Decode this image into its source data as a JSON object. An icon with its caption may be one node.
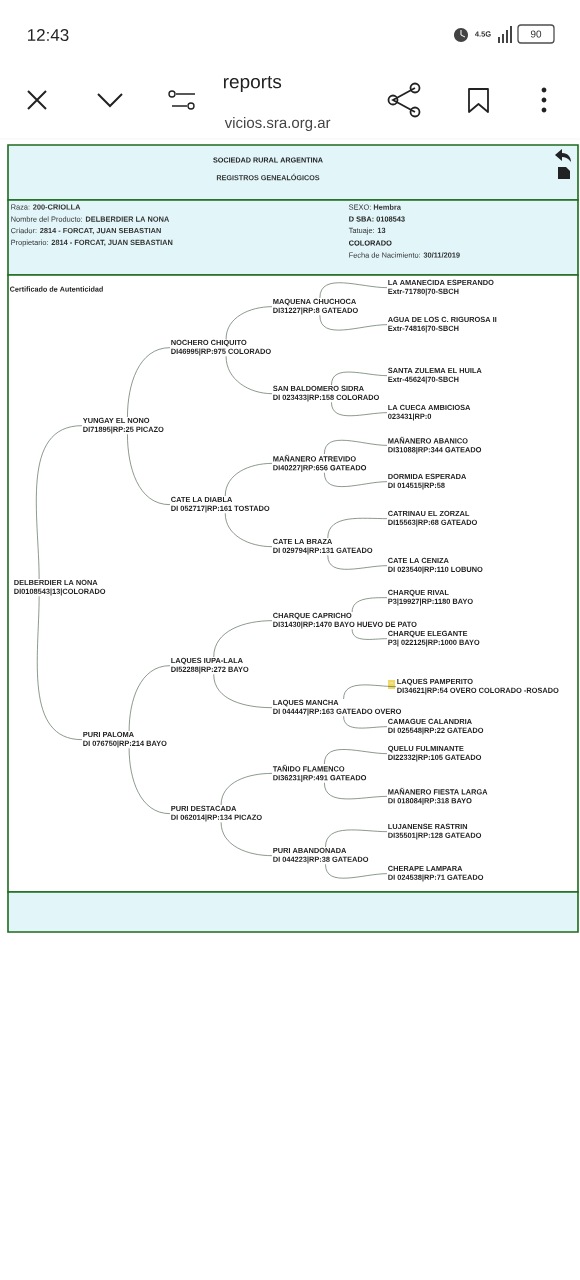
{
  "diagram": {
    "nodes": [
      {
        "text": [
          "LA AMANECIDA ESPERANDO",
          "Extr-71780|70-SBCH"
        ]
      },
      {
        "text": [
          "MAQUENA CHUCHOCA",
          "DI31227|RP:8 GATEADO"
        ]
      },
      {
        "text": [
          "AGUA DE LOS C. RIGUROSA II",
          "Extr-74816|70-SBCH"
        ]
      },
      {
        "text": [
          "NOCHERO CHIQUITO",
          "DI46995|RP:975 COLORADO"
        ]
      },
      {
        "text": [
          "SANTA ZULEMA EL HUILA",
          "Extr-45624|70-SBCH"
        ]
      },
      {
        "text": [
          "SAN BALDOMERO SIDRA",
          "DI 023433|RP:158 COLORADO"
        ]
      },
      {
        "text": [
          "LA CUECA AMBICIOSA",
          "023431|RP:0"
        ]
      },
      {
        "text": [
          "YUNGAY EL NONO",
          "DI71895|RP:25 PICAZO"
        ]
      },
      {
        "text": [
          "MAÑANERO ABANICO",
          "DI31088|RP:344 GATEADO"
        ]
      },
      {
        "text": [
          "MAÑANERO ATREVIDO",
          "DI40227|RP:656 GATEADO"
        ]
      },
      {
        "text": [
          "DORMIDA ESPERADA",
          "DI 014515|RP:58"
        ]
      },
      {
        "text": [
          "CATE LA DIABLA",
          "DI 052717|RP:161 TOSTADO"
        ]
      },
      {
        "text": [
          "CATRINAU EL ZORZAL",
          "DI15563|RP:68 GATEADO"
        ]
      },
      {
        "text": [
          "CATE LA BRAZA",
          "DI 029794|RP:131 GATEADO"
        ]
      },
      {
        "text": [
          "CATE LA CENIZA",
          "DI 023540|RP:110 LOBUNO"
        ]
      },
      {
        "text": [
          "DELBERDIER LA NONA",
          "DI0108543|13|COLORADO"
        ]
      },
      {
        "text": [
          "CHARQUE RIVAL",
          "P3|19927|RP:1180 BAYO"
        ]
      },
      {
        "text": [
          "CHARQUE CAPRICHO",
          "DI31430|RP:1470 BAYO HUEVO DE PATO"
        ]
      },
      {
        "text": [
          "CHARQUE ELEGANTE",
          "P3| 022125|RP:1000 BAYO"
        ]
      },
      {
        "text": [
          "LAQUES IUPA-LALA",
          "DI52288|RP:272 BAYO"
        ]
      },
      {
        "text": [
          "LAQUES PAMPERITO",
          "DI34621|RP:54 OVERO COLORADO -ROSADO"
        ]
      },
      {
        "text": [
          "LAQUES MANCHA",
          "DI 044447|RP:163 GATEADO OVERO"
        ]
      },
      {
        "text": [
          "CAMAGUE CALANDRIA",
          "DI 025548|RP:22 GATEADO"
        ]
      },
      {
        "text": [
          "PURI PALOMA",
          "DI 076750|RP:214 BAYO"
        ]
      },
      {
        "text": [
          "QUELU FULMINANTE",
          "DI22332|RP:105 GATEADO"
        ]
      },
      {
        "text": [
          "TAÑIDO FLAMENCO",
          "DI36231|RP:491 GATEADO"
        ]
      },
      {
        "text": [
          "MAÑANERO FIESTA LARGA",
          "DI 018084|RP:318 BAYO"
        ]
      },
      {
        "text": [
          "PURI DESTACADA",
          "DI 062014|RP:134 PICAZO"
        ]
      },
      {
        "text": [
          "LUJANENSE RASTRIN",
          "DI35501|RP:128 GATEADO"
        ]
      },
      {
        "text": [
          "PURI ABANDONADA",
          "DI 044223|RP:38 GATEADO"
        ]
      },
      {
        "text": [
          "CHERAPE LAMPARA",
          "DI 024538|RP:71 GATEADO"
        ]
      }
    ],
    "edges": [
      {
        "from": 15,
        "to": 7,
        "arrow": "none"
      },
      {
        "from": 15,
        "to": 23,
        "arrow": "none"
      },
      {
        "from": 7,
        "to": 3,
        "arrow": "none"
      },
      {
        "from": 7,
        "to": 11,
        "arrow": "none"
      },
      {
        "from": 23,
        "to": 19,
        "arrow": "none"
      },
      {
        "from": 23,
        "to": 27,
        "arrow": "none"
      },
      {
        "from": 3,
        "to": 1,
        "arrow": "none"
      },
      {
        "from": 3,
        "to": 5,
        "arrow": "none"
      },
      {
        "from": 11,
        "to": 9,
        "arrow": "none"
      },
      {
        "from": 11,
        "to": 13,
        "arrow": "none"
      },
      {
        "from": 19,
        "to": 17,
        "arrow": "none"
      },
      {
        "from": 19,
        "to": 21,
        "arrow": "none"
      },
      {
        "from": 27,
        "to": 25,
        "arrow": "none"
      },
      {
        "from": 27,
        "to": 29,
        "arrow": "none"
      },
      {
        "from": 1,
        "to": 0,
        "arrow": "none"
      },
      {
        "from": 1,
        "to": 2,
        "arrow": "none"
      },
      {
        "from": 5,
        "to": 4,
        "arrow": "none"
      },
      {
        "from": 5,
        "to": 6,
        "arrow": "none"
      },
      {
        "from": 9,
        "to": 8,
        "arrow": "none"
      },
      {
        "from": 9,
        "to": 10,
        "arrow": "none"
      },
      {
        "from": 13,
        "to": 12,
        "arrow": "none"
      },
      {
        "from": 13,
        "to": 14,
        "arrow": "none"
      },
      {
        "from": 17,
        "to": 16,
        "arrow": "none"
      },
      {
        "from": 17,
        "to": 18,
        "arrow": "none"
      },
      {
        "from": 21,
        "to": 20,
        "arrow": "none"
      },
      {
        "from": 21,
        "to": 22,
        "arrow": "none"
      },
      {
        "from": 25,
        "to": 24,
        "arrow": "none"
      },
      {
        "from": 25,
        "to": 26,
        "arrow": "none"
      },
      {
        "from": 29,
        "to": 28,
        "arrow": "none"
      },
      {
        "from": 29,
        "to": 30,
        "arrow": "none"
      }
    ],
    "labels": [
      "12:43",
      "4.5G",
      "90",
      "reports",
      "vicios.sra.org.ar",
      "SOCIEDAD RURAL ARGENTINA",
      "REGISTROS GENEALÓGICOS",
      "Raza: **200-CRIOLLA**",
      "SEXO: **Hembra**",
      "Nombre del Producto: **DELBERDIER LA NONA**",
      "D SBA: 0108543",
      "Criador: **2814 - FORCAT, JUAN SEBASTIAN**",
      "Tatuaje: **13**",
      "Propietario: **2814 - FORCAT, JUAN SEBASTIAN**",
      "COLORADO",
      "Fecha de Nacimiento: **30/11/2019**",
      "Certificado de Autenticidad"
    ]
  }
}
